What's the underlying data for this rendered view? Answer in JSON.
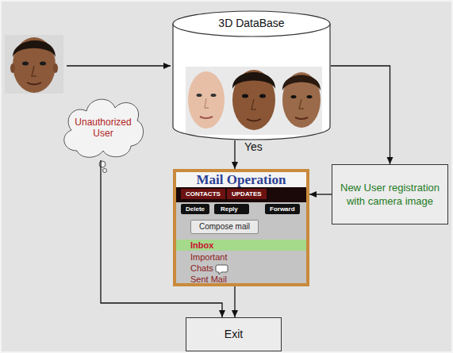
{
  "diagram": {
    "nodes": [
      {
        "text": [
          "3D DataBase"
        ]
      },
      {
        "text": [
          "Unauthorized User"
        ]
      },
      {
        "text": [
          "Mail Operation",
          "CONTACTS",
          "UPDATES",
          "Delete",
          "Reply",
          "Forward",
          "Compose mail",
          "Inbox",
          "Important",
          "Chats",
          "Sent Mail"
        ]
      },
      {
        "text": [
          "New User registration with camera image"
        ]
      },
      {
        "text": [
          "Exit"
        ]
      }
    ],
    "edges": [
      {
        "from": 0,
        "to": 2,
        "label": "Yes",
        "arrow": "to"
      },
      {
        "from": 0,
        "to": 3,
        "arrow": "to"
      },
      {
        "from": 3,
        "to": 2,
        "arrow": "to"
      },
      {
        "from": 1,
        "to": 4,
        "arrow": "to"
      },
      {
        "from": 2,
        "to": 4,
        "arrow": "to"
      }
    ]
  }
}
